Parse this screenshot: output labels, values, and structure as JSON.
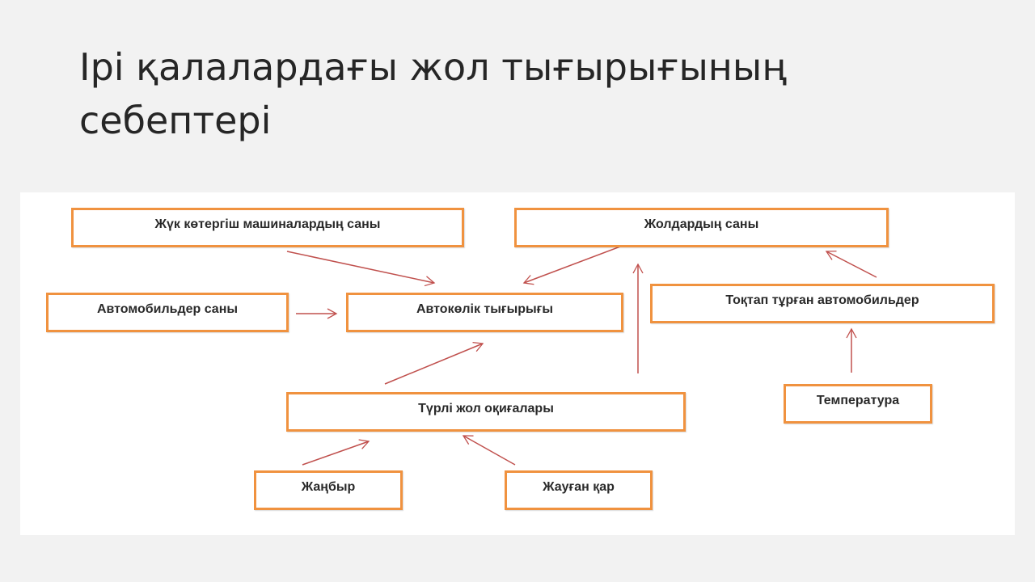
{
  "title": {
    "line1": "Ірі қалалардағы жол тығырығының",
    "line2": "себептері"
  },
  "diagram": {
    "nodes": {
      "trucks": "Жүк көтергіш машиналардың саны",
      "roads": "Жолдардың саны",
      "cars_count": "Автомобильдер саны",
      "traffic_jam": "Автокөлік тығырығы",
      "parked_cars": "Тоқтап тұрған автомобильдер",
      "accidents": "Түрлі жол оқиғалары",
      "temperature": "Температура",
      "rain": "Жаңбыр",
      "snow": "Жауған қар"
    },
    "colors": {
      "box_border": "#f0923f",
      "arrow": "#c0504d"
    }
  }
}
